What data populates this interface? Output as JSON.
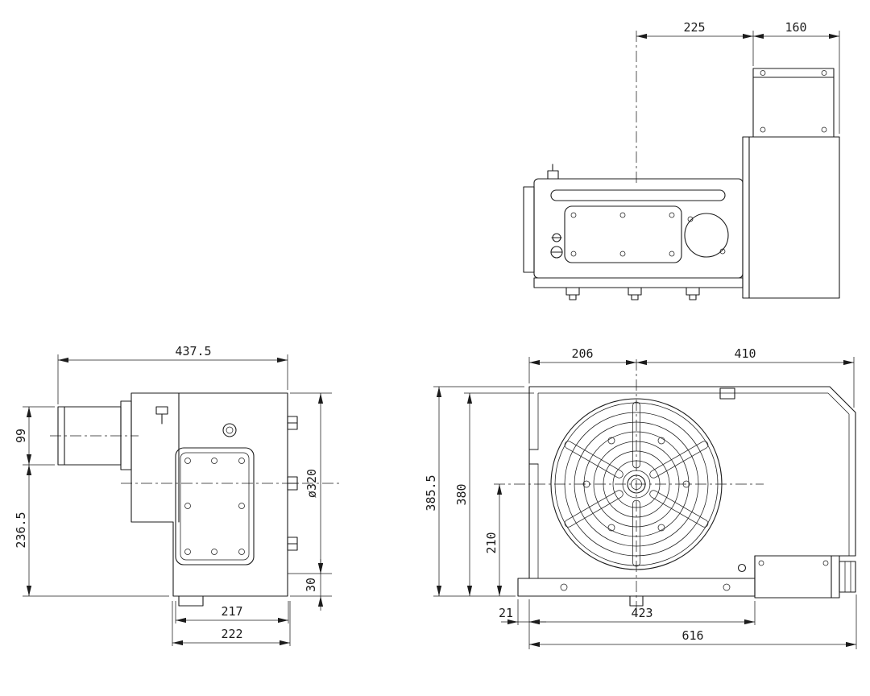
{
  "page": {
    "background": "#ffffff",
    "line_color": "#1c1c1c"
  },
  "views": {
    "side": {
      "dims": {
        "center_to_motor": "225",
        "motor_cap_width": "160"
      }
    },
    "left": {
      "dims": {
        "overall_width": "437.5",
        "spindle_section_height": "99",
        "body_height": "236.5",
        "table_diameter": "ø320",
        "base_inner_width": "217",
        "base_step_height": "30",
        "base_width": "222"
      }
    },
    "front": {
      "dims": {
        "left_to_center": "206",
        "center_to_right": "410",
        "overall_height": "385.5",
        "body_height_2": "380",
        "center_to_base": "210",
        "base_lip": "21",
        "base_width": "423",
        "overall_width": "616"
      }
    }
  }
}
